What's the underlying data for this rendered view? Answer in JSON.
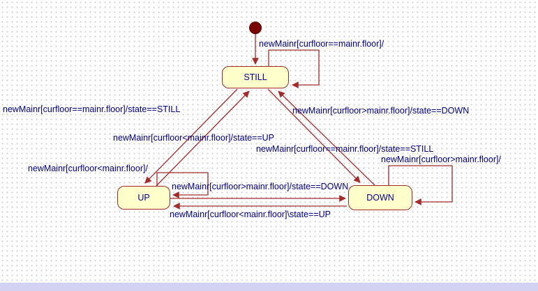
{
  "diagram": {
    "kind": "uml-state-machine",
    "states": {
      "still": "STILL",
      "up": "UP",
      "down": "DOWN"
    },
    "transitions": {
      "initial_to_still": {
        "from": "initial",
        "to": "STILL",
        "label": ""
      },
      "still_self": {
        "from": "STILL",
        "to": "STILL",
        "label": "newMainr[curfloor==mainr.floor]/"
      },
      "up_to_still": {
        "from": "UP",
        "to": "STILL",
        "label": "newMainr[curfloor==mainr.floor]/state==STILL"
      },
      "still_to_down": {
        "from": "STILL",
        "to": "DOWN",
        "label": "newMainr[curfloor>mainr.floor]/state==DOWN"
      },
      "still_to_up": {
        "from": "STILL",
        "to": "UP",
        "label": "newMainr[curfloor<mainr.floor]/state==UP"
      },
      "down_to_still": {
        "from": "DOWN",
        "to": "STILL",
        "label": "newMainr[curfloor==mainr.floor]/state==STILL"
      },
      "down_self": {
        "from": "DOWN",
        "to": "DOWN",
        "label": "newMainr[curfloor>mainr.floor]/"
      },
      "up_self": {
        "from": "UP",
        "to": "UP",
        "label": "newMainr[curfloor<mainr.floor]/"
      },
      "up_to_down": {
        "from": "UP",
        "to": "DOWN",
        "label": "newMainr[curfloor>mainr.floor]/state==DOWN"
      },
      "down_to_up": {
        "from": "DOWN",
        "to": "UP",
        "label": "newMainr[curfloor<mainr.floor]\\state==UP"
      }
    },
    "colors": {
      "state_fill": "#FFFFCC",
      "state_border": "#A52A2A",
      "transition_line": "#A52A2A",
      "label_text": "#00008B",
      "initial_node": "#7A0000",
      "canvas_bg": "#FFFFFF",
      "grid_dot": "#C9C9C9",
      "bottom_strip": "#D2D2F2"
    }
  }
}
